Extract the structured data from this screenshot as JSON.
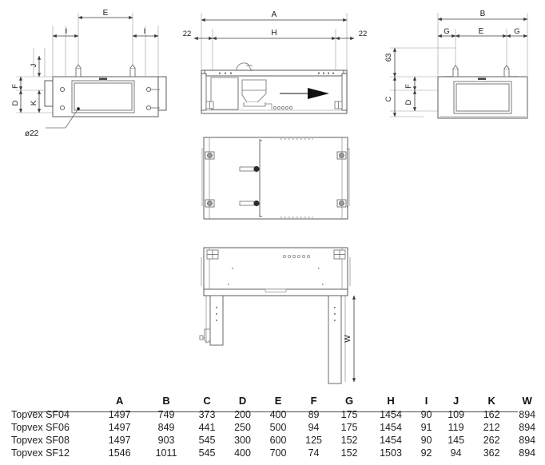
{
  "drawing": {
    "title": "Topvex SF air handling unit dimension drawing",
    "views": [
      {
        "name": "left-end-view",
        "label": ""
      },
      {
        "name": "front-section-view",
        "label": ""
      },
      {
        "name": "right-end-view",
        "label": ""
      },
      {
        "name": "top-panel-view",
        "label": ""
      },
      {
        "name": "bottom-frame-view",
        "label": ""
      }
    ],
    "annotations": {
      "hole_diameter": "ø22",
      "gap_left": "22",
      "gap_right": "22",
      "height_63": "63"
    },
    "dimension_labels": {
      "A": "A",
      "B": "B",
      "C": "C",
      "D": "D",
      "E": "E",
      "F": "F",
      "G": "G",
      "H": "H",
      "I": "I",
      "J": "J",
      "K": "K",
      "W": "W",
      "E_left": "E",
      "I_left_1": "I",
      "I_left_2": "I",
      "G_left": "G",
      "G_right": "G",
      "E_right": "E",
      "D_left": "D",
      "F_left": "F",
      "J_left": "J",
      "K_left": "K",
      "C_right": "C",
      "D_right": "D",
      "F_right": "F"
    }
  },
  "chart_data": {
    "type": "table",
    "title": "Topvex SF dimensions (mm)",
    "columns": [
      "",
      "A",
      "B",
      "C",
      "D",
      "E",
      "F",
      "G",
      "H",
      "I",
      "J",
      "K",
      "W"
    ],
    "rows": [
      {
        "model": "Topvex SF04",
        "values": [
          "1497",
          "749",
          "373",
          "200",
          "400",
          "89",
          "175",
          "1454",
          "90",
          "109",
          "162",
          "894"
        ]
      },
      {
        "model": "Topvex SF06",
        "values": [
          "1497",
          "849",
          "441",
          "250",
          "500",
          "94",
          "175",
          "1454",
          "91",
          "119",
          "212",
          "894"
        ]
      },
      {
        "model": "Topvex SF08",
        "values": [
          "1497",
          "903",
          "545",
          "300",
          "600",
          "125",
          "152",
          "1454",
          "90",
          "145",
          "262",
          "894"
        ]
      },
      {
        "model": "Topvex SF12",
        "values": [
          "1546",
          "1011",
          "545",
          "400",
          "700",
          "74",
          "152",
          "1503",
          "92",
          "94",
          "362",
          "894"
        ]
      }
    ]
  },
  "colors": {
    "line": "#4d4d4d",
    "thin": "#8c8c8c",
    "text": "#1a1a1a",
    "fill": "#ffffff",
    "arrow": "#111111"
  }
}
